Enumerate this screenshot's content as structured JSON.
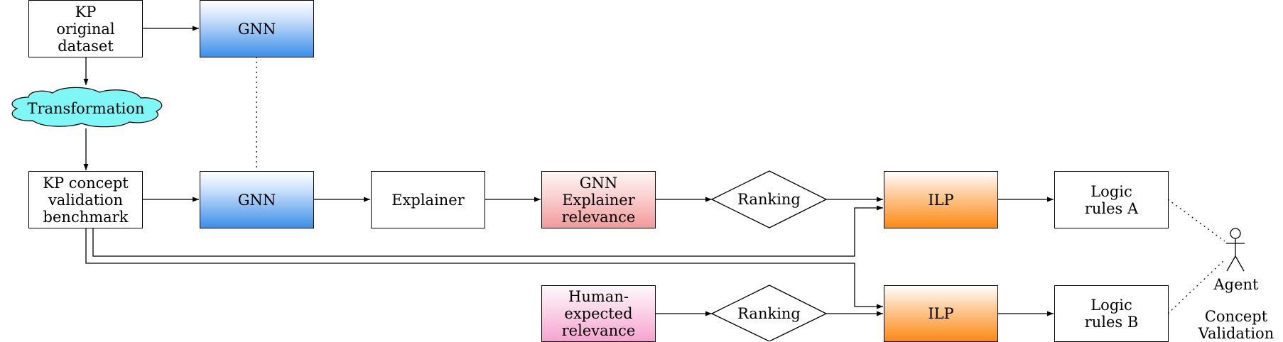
{
  "nodes": {
    "kp_original": "KP\noriginal\ndataset",
    "gnn_top": "GNN",
    "transformation": "Transformation",
    "kp_benchmark": "KP concept\nvalidation\nbenchmark",
    "gnn_mid": "GNN",
    "explainer": "Explainer",
    "gnn_explainer_relevance": "GNN\nExplainer\nrelevance",
    "ranking_top": "Ranking",
    "ilp_top": "ILP",
    "logic_rules_a": "Logic\nrules A",
    "human_expected": "Human-\nexpected\nrelevance",
    "ranking_bottom": "Ranking",
    "ilp_bottom": "ILP",
    "logic_rules_b": "Logic\nrules B",
    "agent": "Agent",
    "concept_validation": "Concept\nValidation"
  },
  "colors": {
    "gnn": "#3b8fe8",
    "cloud": "#7ff7f7",
    "explainer_relevance": "#f19a9a",
    "human_relevance": "#f6a3cf",
    "ilp": "#fb8a12"
  }
}
